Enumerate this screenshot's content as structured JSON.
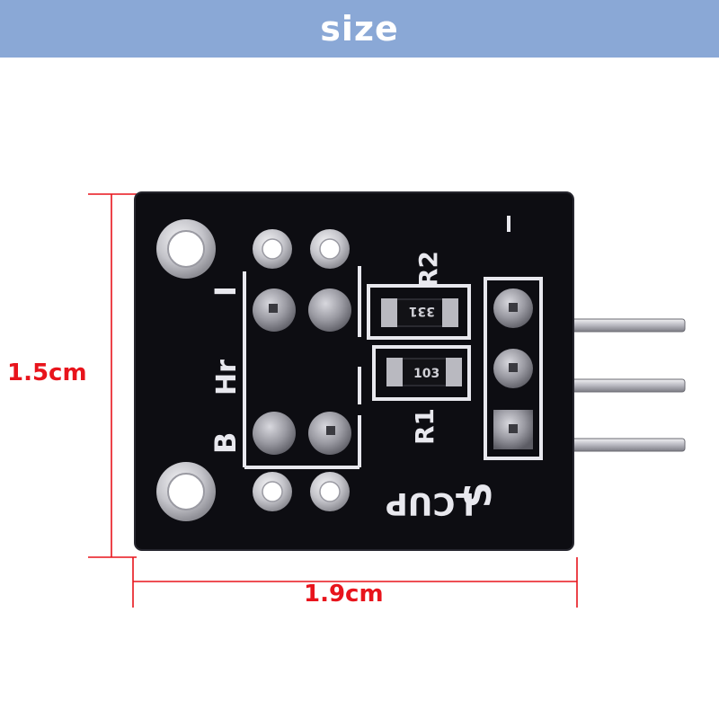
{
  "banner": {
    "title": "size"
  },
  "dimensions": {
    "height_label": "1.5cm",
    "width_label": "1.9cm",
    "color": "#e8141c"
  },
  "board": {
    "silkscreen": {
      "transistor_left": "B",
      "transistor_mid": "Hr",
      "transistor_top": "I",
      "resistor_top": "R2",
      "resistor_bottom": "R1",
      "resistor_top_code": "331",
      "resistor_bottom_code": "103",
      "model": "LCUP",
      "pin_signal": "S",
      "pin_minus": "-"
    }
  },
  "colors": {
    "banner": "#8aa8d6",
    "pcb": "#0d0d12",
    "silk": "#e8e8ee",
    "pad": "#c9c9cf",
    "pin": "#c0c0c8"
  }
}
